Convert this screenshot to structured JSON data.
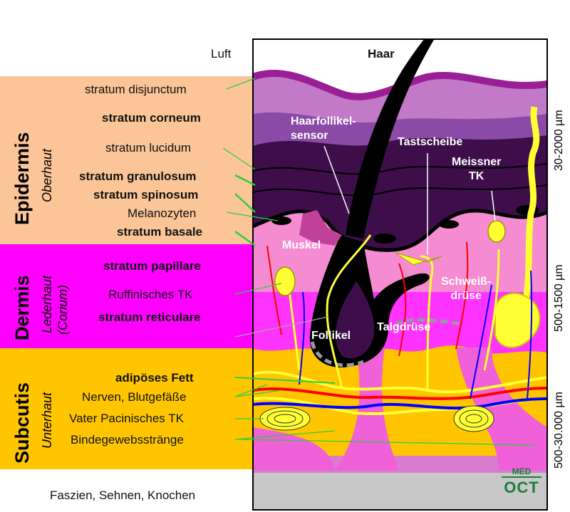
{
  "outside": {
    "air": "Luft",
    "hair": "Haar",
    "base": "Faszien, Sehnen, Knochen"
  },
  "layers": {
    "epidermis": {
      "title": "Epidermis",
      "subtitle": "Oberhaut",
      "depth": "30-2000 µm",
      "color": "#fbc597"
    },
    "dermis": {
      "title": "Dermis",
      "subtitle": "Lederhaut",
      "subtitle2": "(Corium)",
      "depth": "500-1500 µm",
      "color": "#ff00ff"
    },
    "subcutis": {
      "title": "Subcutis",
      "subtitle": "Unterhaut",
      "depth": "500-30.000 µm",
      "color": "#ffc600"
    }
  },
  "left_labels": {
    "disjunctum": "stratum disjunctum",
    "corneum": "stratum corneum",
    "lucidum": "stratum lucidum",
    "granulosum": "stratum granulosum",
    "spinosum": "stratum spinosum",
    "melanozyten": "Melanozyten",
    "basale": "stratum basale",
    "papillare": "stratum papillare",
    "ruffini": "Ruffinisches TK",
    "reticulare": "stratum reticulare",
    "fett": "adipöses Fett",
    "nerven": "Nerven, Blutgefäße",
    "pacini": "Vater Pacinisches TK",
    "binde": "Bindegewebsstränge"
  },
  "inner_labels": {
    "haarfollikel_1": "Haarfollikel-",
    "haarfollikel_2": "sensor",
    "tastscheibe": "Tastscheibe",
    "meissner_1": "Meissner",
    "meissner_2": "TK",
    "muskel": "Muskel",
    "schweiss_1": "Schweiß-",
    "schweiss_2": "drüse",
    "talgdruese": "Talgdrüse",
    "follikel": "Follikel"
  },
  "logo": {
    "line1": "MED",
    "line2": "OCT"
  },
  "colors": {
    "epidermis_bg": "#fbc597",
    "dermis_bg": "#ff00ff",
    "subcutis_bg": "#ffc600",
    "corneum": "#9a1f96",
    "granular": "#3d0e4a",
    "papillary": "#f58cd2",
    "reticular": "#ff33ff",
    "fat": "#ffc600",
    "nerve": "#ffff33",
    "artery": "#ff0000",
    "vein": "#0000ff",
    "hair": "#000000",
    "fascia": "#c8c8c8",
    "logo": "#1a7f3a"
  }
}
